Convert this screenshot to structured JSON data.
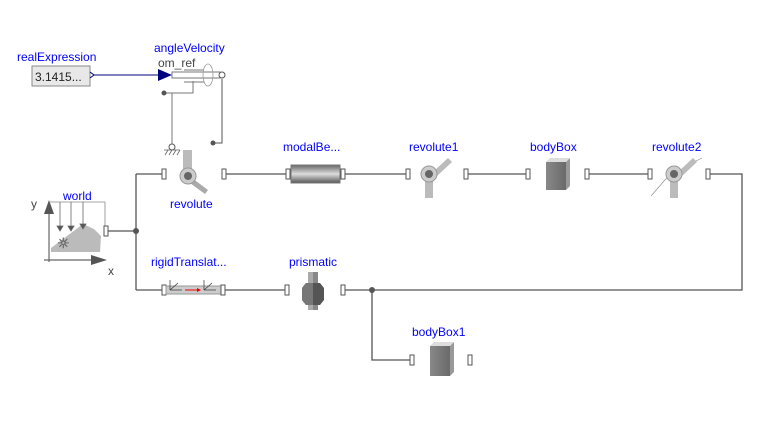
{
  "diagram": {
    "components": {
      "realExpression": {
        "name": "realExpression",
        "value": "3.1415..."
      },
      "angleVelocity": {
        "name": "angleVelocity",
        "input_label": "om_ref"
      },
      "world": {
        "name": "world",
        "x_axis": "x",
        "y_axis": "y"
      },
      "revolute": {
        "name": "revolute"
      },
      "modalBeam": {
        "name": "modalBe..."
      },
      "revolute1": {
        "name": "revolute1"
      },
      "bodyBox": {
        "name": "bodyBox"
      },
      "revolute2": {
        "name": "revolute2"
      },
      "rigidTranslation": {
        "name": "rigidTranslat..."
      },
      "prismatic": {
        "name": "prismatic"
      },
      "bodyBox1": {
        "name": "bodyBox1"
      }
    },
    "colors": {
      "label": "#0000ff",
      "wire": "#555555",
      "signal": "#00007f"
    }
  }
}
